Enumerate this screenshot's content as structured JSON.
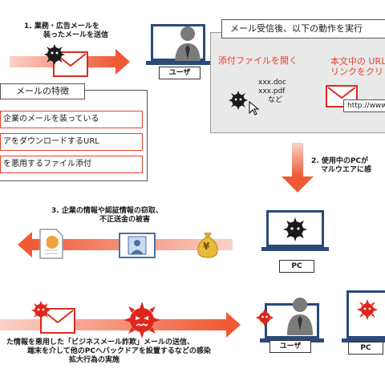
{
  "step1": {
    "line1": "1.  業務・広告メールを",
    "line2": "装ったメールを送信"
  },
  "action_box": {
    "header": "メール受信後、以下の動作を実行",
    "attach_title": "添付ファイルを開く",
    "files": [
      "xxx.doc",
      "xxx.pdf",
      "など"
    ],
    "link_title_line1": "本文中の URL",
    "link_title_line2": "リンクをクリック",
    "url": "http://www"
  },
  "user_label": "ユーザ",
  "features": {
    "title": "メールの特徴",
    "items": [
      "企業のメールを装っている",
      "アをダウンロードするURL",
      "を悪用するファイル添付"
    ]
  },
  "step2": {
    "line1": "2.  使用中のPCが",
    "line2": "マルウエアに感"
  },
  "step3": {
    "line1": "3.  企業の情報や認証情報の窃取、",
    "line2": "不正送金の被害"
  },
  "pc_label": "PC",
  "bottom_text": {
    "line1": "た情報を悪用した「ビジネスメール詐欺」メールの送信、",
    "line2": "端末を介して他のPCへバックドアを設置するなどの感染",
    "line3": "拡大行為の実施"
  },
  "bottom_user_label": "ユーザ",
  "bottom_pc_label": "PC",
  "yen_symbol": "¥",
  "colors": {
    "arrow": "#ef5a35",
    "malware": "#1a1a1a",
    "virus": "#e0261c",
    "laptop": "#2a4a7a",
    "accent_text": "#e8402a"
  }
}
